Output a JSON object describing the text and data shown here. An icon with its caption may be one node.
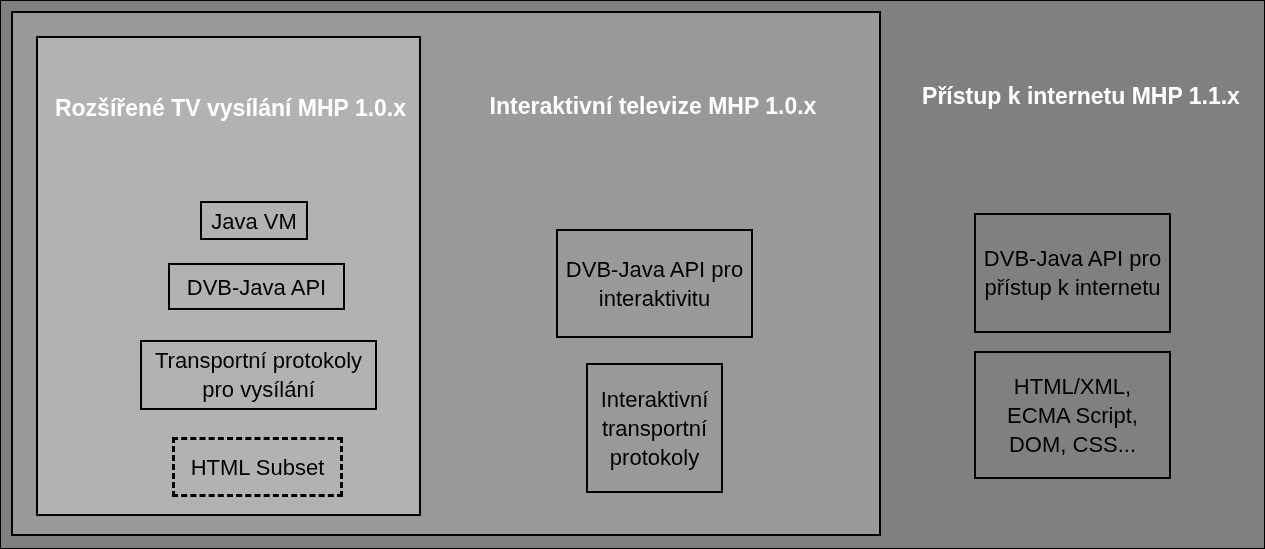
{
  "diagram": {
    "nodes": [
      {
        "text": [
          "Přístup k internetu MHP 1.1.x"
        ]
      },
      {
        "text": [
          "Interaktivní televize MHP 1.0.x"
        ],
        "in": 0
      },
      {
        "text": [
          "Rozšířené TV vysílání MHP 1.0.x"
        ],
        "in": 1
      },
      {
        "text": [
          "Java VM"
        ],
        "in": 2
      },
      {
        "text": [
          "DVB-Java API"
        ],
        "in": 2
      },
      {
        "text": [
          "Transportní protokoly pro vysílání"
        ],
        "in": 2
      },
      {
        "text": [
          "HTML Subset"
        ],
        "in": 2
      },
      {
        "text": [
          "DVB-Java API pro interaktivitu"
        ],
        "in": 1
      },
      {
        "text": [
          "Interaktivní transportní protokoly"
        ],
        "in": 1
      },
      {
        "text": [
          "DVB-Java API pro přístup k internetu"
        ],
        "in": 0
      },
      {
        "text": [
          "HTML/XML, ECMA Script, DOM, CSS..."
        ],
        "in": 0
      }
    ]
  }
}
